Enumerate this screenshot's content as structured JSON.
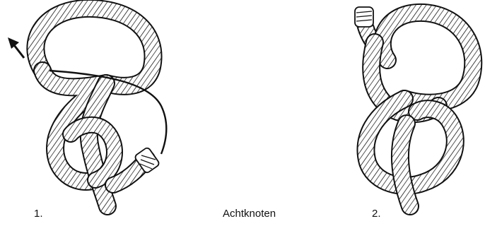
{
  "figure": {
    "title": "Achtknoten",
    "steps": [
      {
        "number": "1.",
        "icon": "figure-eight-knot-step-1-icon"
      },
      {
        "number": "2.",
        "icon": "figure-eight-knot-step-2-icon"
      }
    ],
    "colors": {
      "ink": "#111111",
      "rope_fill": "#ffffff"
    }
  }
}
